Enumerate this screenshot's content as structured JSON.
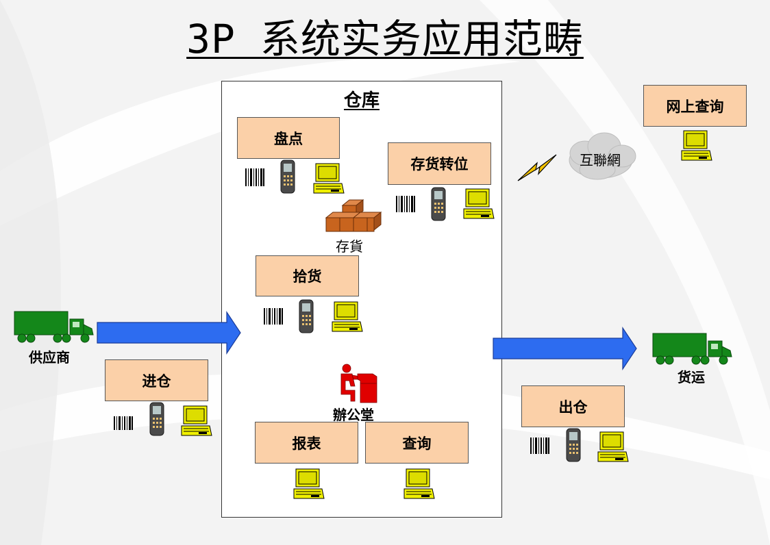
{
  "title": "3P 系统实务应用范畴",
  "warehouse": {
    "label": "仓库"
  },
  "boxes": {
    "inventory_count": "盘点",
    "stock_transfer": "存货转位",
    "picking": "拾货",
    "receiving": "进仓",
    "shipping_out": "出仓",
    "report": "报表",
    "query": "查询",
    "online_query": "网上查询"
  },
  "labels": {
    "stock": "存貨",
    "office": "辦公堂",
    "supplier": "供应商",
    "freight": "货运",
    "internet": "互聯網"
  },
  "colors": {
    "box_fill": "#fbd0a8",
    "arrow_blue": "#2d6cf0",
    "truck_green": "#14871a",
    "computer_yellow": "#f0f000",
    "crate_orange": "#c8641e",
    "office_red": "#e00000"
  }
}
